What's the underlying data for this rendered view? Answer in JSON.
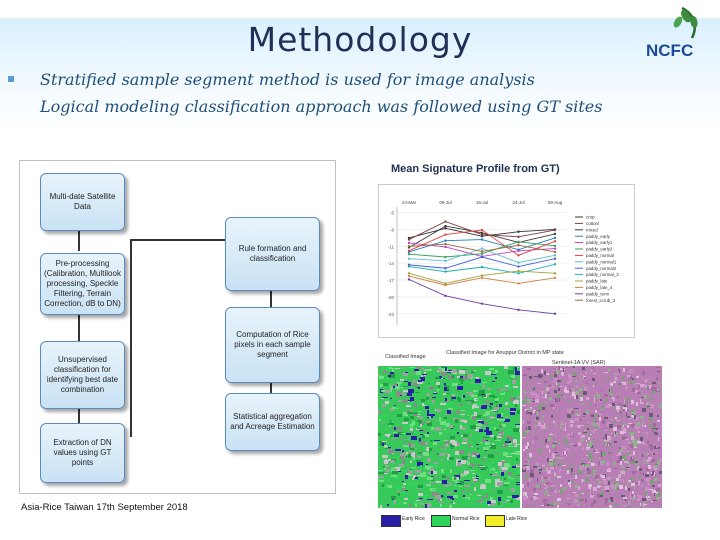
{
  "slide": {
    "title": "Methodology",
    "bullets": [
      "Stratified  sample  segment  method  is used for  image  analysis",
      "Logical modeling classification approach was followed using GT sites"
    ],
    "logo_text": "NCFC",
    "footer": "Asia-Rice Taiwan 17th September 2018"
  },
  "flowchart": {
    "left": [
      "Multi-date Satellite Data",
      "Pre-processing (Calibration, Multilook processing, Speckle Filtering, Terrain Correction, dB to DN)",
      "Unsupervised classification for identifying best date combination",
      "Extraction of DN values using GT points"
    ],
    "right": [
      "Rule formation and classification",
      "Computation of Rice pixels in each sample segment",
      "Statistical aggregation and Acreage Estimation"
    ]
  },
  "chart_title": "Mean Signature Profile from GT)",
  "chart_data": {
    "type": "line",
    "title": "Mean Signature Profile from GT)",
    "categories": [
      "24-Mar",
      "09-Jul",
      "16-Jul",
      "24-Jul",
      "09-Aug"
    ],
    "y_ticks": [
      -5,
      -8,
      -11,
      -14,
      -17,
      -20,
      -23
    ],
    "ylim": [
      -25,
      -4
    ],
    "series": [
      {
        "name": "crop",
        "color": "#333333",
        "values": [
          -9.5,
          -7.8,
          -9.2,
          -8.4,
          -8.0
        ]
      },
      {
        "name": "cottonl",
        "color": "#7f3f3f",
        "values": [
          -9.8,
          -6.6,
          -8.9,
          -9.3,
          -8.1
        ]
      },
      {
        "name": "mixed",
        "color": "#3a3a3a",
        "values": [
          -11.2,
          -7.4,
          -8.6,
          -10.3,
          -8.8
        ]
      },
      {
        "name": "paddy_early",
        "color": "#1f7fbf",
        "values": [
          -12.0,
          -10.0,
          -9.8,
          -11.6,
          -9.5
        ]
      },
      {
        "name": "paddy_early1",
        "color": "#c040c0",
        "values": [
          -10.4,
          -11.1,
          -12.8,
          -11.8,
          -11.4
        ]
      },
      {
        "name": "paddy_early2",
        "color": "#2fa060",
        "values": [
          -12.4,
          -12.9,
          -12.3,
          -10.2,
          -10.9
        ]
      },
      {
        "name": "paddy_normal",
        "color": "#e04040",
        "values": [
          -11.8,
          -8.9,
          -8.1,
          -12.6,
          -10.1
        ]
      },
      {
        "name": "paddy_normal1",
        "color": "#60c0d0",
        "values": [
          -13.2,
          -13.6,
          -11.4,
          -13.9,
          -12.6
        ]
      },
      {
        "name": "paddy_normal2",
        "color": "#4060e0",
        "values": [
          -14.3,
          -14.9,
          -12.9,
          -14.6,
          -13.2
        ]
      },
      {
        "name": "paddy_normal_3",
        "color": "#20b0b0",
        "values": [
          -14.6,
          -15.5,
          -14.7,
          -15.8,
          -14.2
        ]
      },
      {
        "name": "paddy_late",
        "color": "#a0a040",
        "values": [
          -15.8,
          -17.6,
          -16.2,
          -15.4,
          -15.8
        ]
      },
      {
        "name": "paddy_late_4",
        "color": "#d08040",
        "values": [
          -16.3,
          -17.9,
          -16.6,
          -17.6,
          -16.6
        ]
      },
      {
        "name": "paddy_term",
        "color": "#6a3fa0",
        "values": [
          -16.9,
          -19.8,
          -21.2,
          -22.3,
          -23.0
        ]
      },
      {
        "name": "forest_scrub_3",
        "color": "#9a6a3a",
        "values": [
          -11.0,
          -10.6,
          -11.9,
          -10.8,
          -12.0
        ]
      }
    ]
  },
  "classified": {
    "caption_left": "Classified Image",
    "caption_center": "Classified Image for Anuppur District in MP state",
    "caption_right": "Sentinel-1A VV (SAR)",
    "legend": [
      {
        "label": "Early Rice",
        "color": "#2b1fa8"
      },
      {
        "label": "Normal Rice",
        "color": "#2fd45a"
      },
      {
        "label": "Late Rice",
        "color": "#f2ec2a"
      }
    ]
  }
}
